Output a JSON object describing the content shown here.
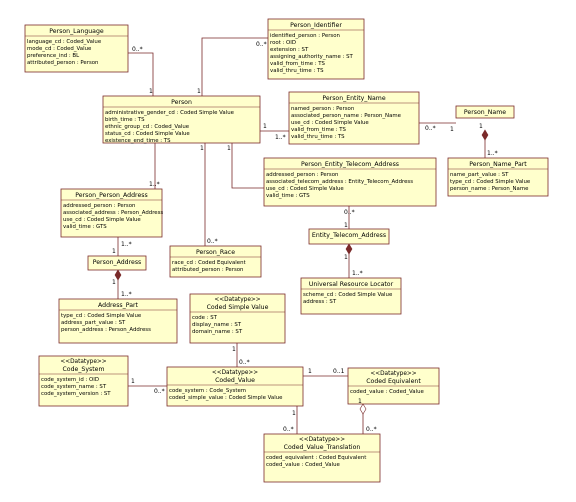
{
  "classes": [
    {
      "id": "person-language",
      "title": "Person_Language",
      "attrs": [
        "language_cd : Coded_Value",
        "mode_cd : Coded_Value",
        "preference_ind : BL",
        "attributed_person : Person"
      ]
    },
    {
      "id": "person-identifier",
      "title": "Person_Identifier",
      "attrs": [
        "identified_person : Person",
        "root : OID",
        "extension : ST",
        "assigning_authority_name : ST",
        "valid_from_time : TS",
        "valid_thru_time : TS"
      ]
    },
    {
      "id": "person",
      "title": "Person",
      "attrs": [
        "administrative_gender_cd : Coded Simple Value",
        "birth_time : TS",
        "ethnic_group_cd : Coded_Value",
        "status_cd : Coded Simple Value",
        "existence_end_time : TS"
      ]
    },
    {
      "id": "person-entity-name",
      "title": "Person_Entity_Name",
      "attrs": [
        "named_person : Person",
        "associated_person_name : Person_Name",
        "use_cd : Coded Simple Value",
        "valid_from_time : TS",
        "valid_thru_time : TS"
      ]
    },
    {
      "id": "person-name",
      "title": "Person_Name",
      "attrs": []
    },
    {
      "id": "person-name-part",
      "title": "Person_Name_Part",
      "attrs": [
        "name_part_value : ST",
        "type_cd : Coded Simple Value",
        "person_name : Person_Name"
      ]
    },
    {
      "id": "person-entity-telecom-address",
      "title": "Person_Entity_Telecom_Address",
      "attrs": [
        "addressed_person : Person",
        "associated_telecom_address : Entity_Telecom_Address",
        "use_cd : Coded Simple Value",
        "valid_time : GTS"
      ]
    },
    {
      "id": "entity-telecom-address",
      "title": "Entity_Telecom_Address",
      "attrs": []
    },
    {
      "id": "universal-resource-locator",
      "title": "Universal Resource Locator",
      "attrs": [
        "scheme_cd : Coded Simple Value",
        "address : ST"
      ]
    },
    {
      "id": "person-person-address",
      "title": "Person_Person_Address",
      "attrs": [
        "addressed_person : Person",
        "associated_address : Person_Address",
        "use_cd : Coded Simple Value",
        "valid_time : GTS"
      ]
    },
    {
      "id": "person-race",
      "title": "Person_Race",
      "attrs": [
        "race_cd : Coded Equivalent",
        "attributed_person : Person"
      ]
    },
    {
      "id": "person-address",
      "title": "Person_Address",
      "attrs": []
    },
    {
      "id": "address-part",
      "title": "Address_Part",
      "attrs": [
        "type_cd : Coded Simple Value",
        "address_part_value : ST",
        "person_address : Person_Address"
      ]
    },
    {
      "id": "coded-simple-value",
      "stereotype": "<<Datatype>>",
      "title": "Coded Simple Value",
      "attrs": [
        "code : ST",
        "display_name : ST",
        "domain_name : ST"
      ]
    },
    {
      "id": "code-system",
      "stereotype": "<<Datatype>>",
      "title": "Code_System",
      "attrs": [
        "code_system_id : OID",
        "code_system_name : ST",
        "code_system_version : ST"
      ]
    },
    {
      "id": "coded-value",
      "stereotype": "<<Datatype>>",
      "title": "Coded_Value",
      "attrs": [
        "code_system : Code_System",
        "coded_simple_value : Coded Simple Value"
      ]
    },
    {
      "id": "coded-equivalent",
      "stereotype": "<<Datatype>>",
      "title": "Coded Equivalent",
      "attrs": [
        "coded_value : Coded_Value"
      ]
    },
    {
      "id": "coded-value-translation",
      "stereotype": "<<Datatype>>",
      "title": "Coded_Value_Translation",
      "attrs": [
        "coded_equivalent : Coded Equivalent",
        "coded_value : Coded_Value"
      ]
    }
  ],
  "multiplicities": [
    {
      "id": "m-lang-person",
      "text": "0..*"
    },
    {
      "id": "m-person-lang",
      "text": "1"
    },
    {
      "id": "m-ident-person",
      "text": "0..*"
    },
    {
      "id": "m-person-ident",
      "text": "1"
    },
    {
      "id": "m-person-entname",
      "text": "1"
    },
    {
      "id": "m-entname-person",
      "text": "1..*"
    },
    {
      "id": "m-entname-name",
      "text": "0..*"
    },
    {
      "id": "m-name-entname",
      "text": "1"
    },
    {
      "id": "m-name-namepart",
      "text": "1"
    },
    {
      "id": "m-namepart-name",
      "text": "1..*"
    },
    {
      "id": "m-person-telecom",
      "text": "1"
    },
    {
      "id": "m-telecom-eta",
      "text": "0..*"
    },
    {
      "id": "m-eta-telecom",
      "text": "1"
    },
    {
      "id": "m-eta-url",
      "text": "1"
    },
    {
      "id": "m-url-eta",
      "text": "1..*"
    },
    {
      "id": "m-person-ppa",
      "text": "1..*"
    },
    {
      "id": "m-ppa-pa",
      "text": "1..*"
    },
    {
      "id": "m-pa-ppa",
      "text": "1"
    },
    {
      "id": "m-person-race",
      "text": "0..*"
    },
    {
      "id": "m-race-person",
      "text": "1"
    },
    {
      "id": "m-pa-part",
      "text": "1..*"
    },
    {
      "id": "m-part-pa",
      "text": "1"
    },
    {
      "id": "m-csv-cv",
      "text": "1"
    },
    {
      "id": "m-cv-csv",
      "text": "0..*"
    },
    {
      "id": "m-cs-cv",
      "text": "1"
    },
    {
      "id": "m-cv-cs",
      "text": "0..*"
    },
    {
      "id": "m-cv-ce",
      "text": "1"
    },
    {
      "id": "m-ce-cv",
      "text": "0..1"
    },
    {
      "id": "m-cv-cvt",
      "text": "1"
    },
    {
      "id": "m-cvt-cv",
      "text": "0..*"
    },
    {
      "id": "m-ce-cvt",
      "text": "1"
    },
    {
      "id": "m-cvt-ce",
      "text": "0..*"
    }
  ]
}
